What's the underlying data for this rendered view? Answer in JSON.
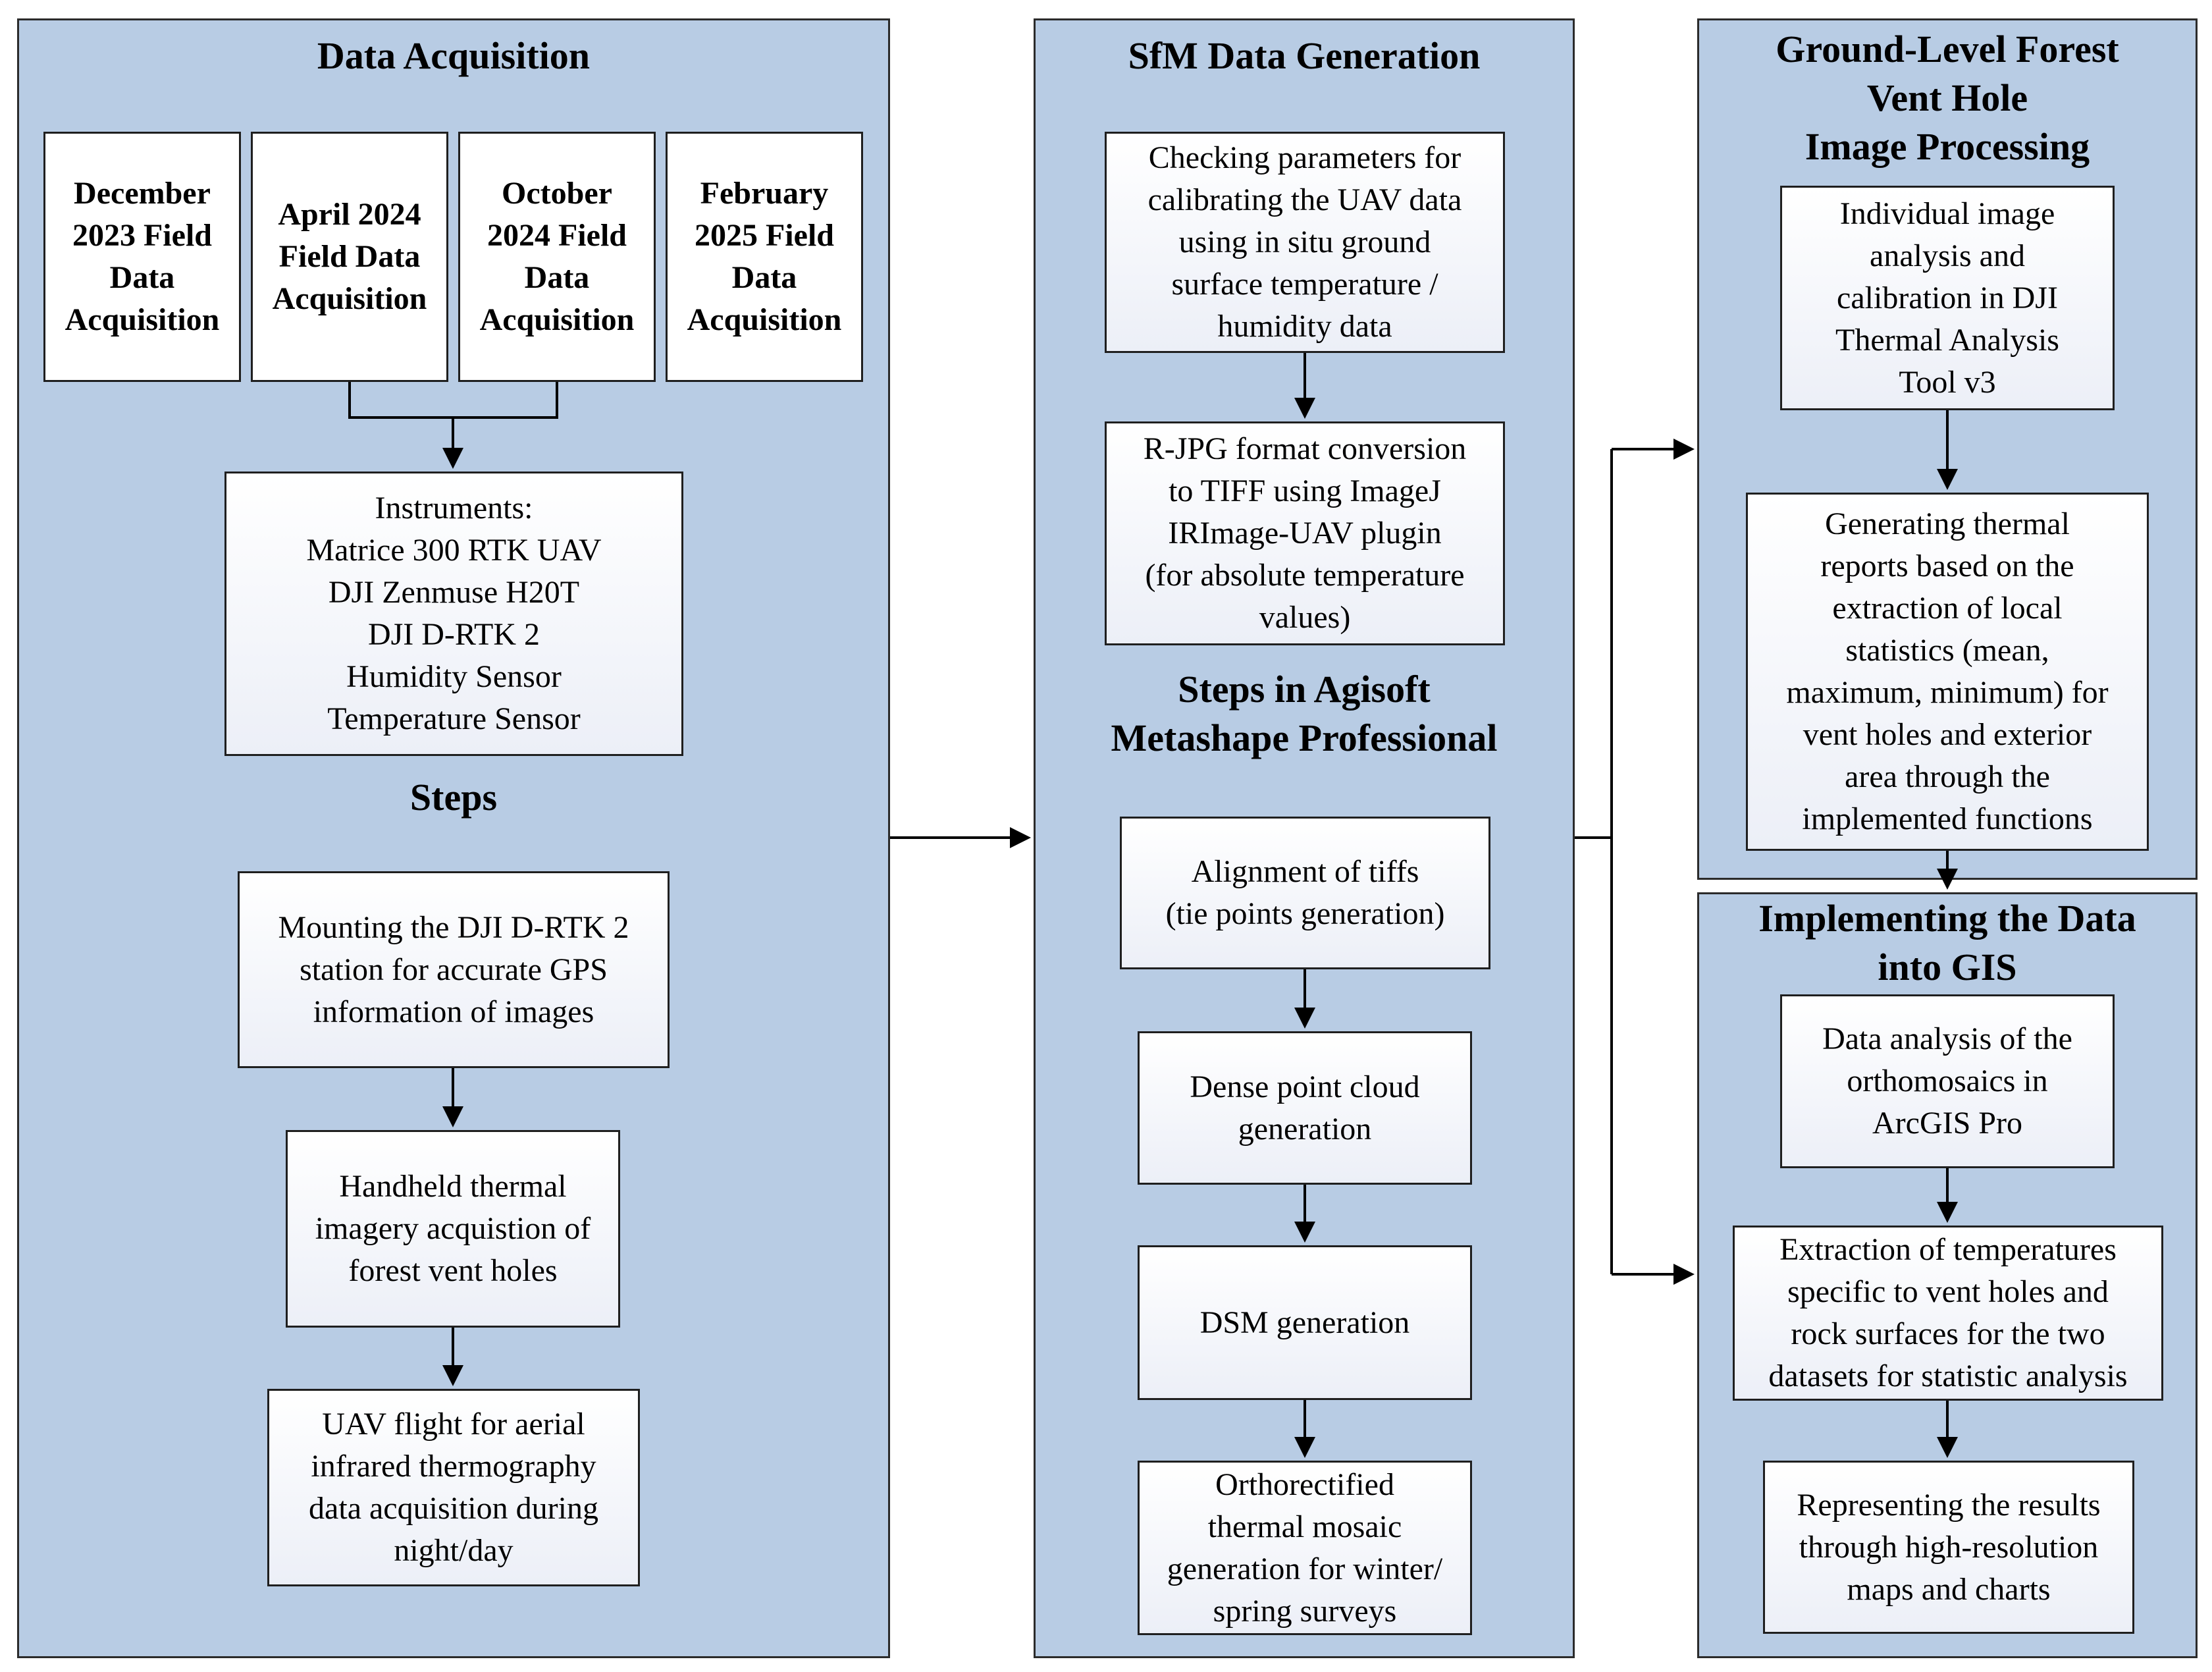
{
  "data_acquisition": {
    "title": "Data Acquisition",
    "fields": [
      "December\n2023 Field\nData\nAcquisition",
      "April 2024\nField Data\nAcquisition",
      "October\n2024 Field\nData\nAcquisition",
      "February\n2025 Field\nData\nAcquisition"
    ],
    "instruments": "Instruments:\nMatrice 300 RTK UAV\nDJI Zenmuse H20T\nDJI D-RTK 2\nHumidity Sensor\nTemperature Sensor",
    "steps_title": "Steps",
    "steps": [
      "Mounting the DJI D-RTK 2\nstation for accurate GPS\ninformation of images",
      "Handheld thermal\nimagery acquistion of\nforest vent holes",
      "UAV flight for aerial\ninfrared thermography\ndata acquisition during\nnight/day"
    ]
  },
  "sfm": {
    "title": "SfM Data Generation",
    "pre_steps": [
      "Checking parameters for\ncalibrating the UAV data\nusing in situ ground\nsurface temperature /\nhumidity data",
      "R-JPG format conversion\nto TIFF using ImageJ\nIRImage-UAV plugin\n(for absolute temperature\nvalues)"
    ],
    "agisoft_title": "Steps in Agisoft\nMetashape Professional",
    "agisoft_steps": [
      "Alignment of tiffs\n(tie points generation)",
      "Dense point cloud\ngeneration",
      "DSM generation",
      "Orthorectified\nthermal mosaic\ngeneration for winter/\nspring surveys"
    ]
  },
  "ground_level": {
    "title": "Ground-Level Forest\nVent Hole\nImage Processing",
    "steps": [
      "Individual image\nanalysis and\ncalibration in DJI\nThermal Analysis\nTool v3",
      "Generating thermal\nreports based on the\nextraction of local\nstatistics (mean,\nmaximum, minimum) for\nvent holes and exterior\narea through the\nimplemented functions"
    ]
  },
  "gis": {
    "title": "Implementing the Data\ninto GIS",
    "steps": [
      "Data analysis of the\northomosaics in\nArcGIS Pro",
      "Extraction of temperatures\nspecific to vent holes and\nrock surfaces for the two\ndatasets for statistic analysis",
      "Representing the results\nthrough high-resolution\nmaps and charts"
    ]
  },
  "colors": {
    "panel_fill": "#b8cce4",
    "panel_border": "#2b2b2b",
    "box_border": "#1f1f1f",
    "connector": "#000000"
  }
}
